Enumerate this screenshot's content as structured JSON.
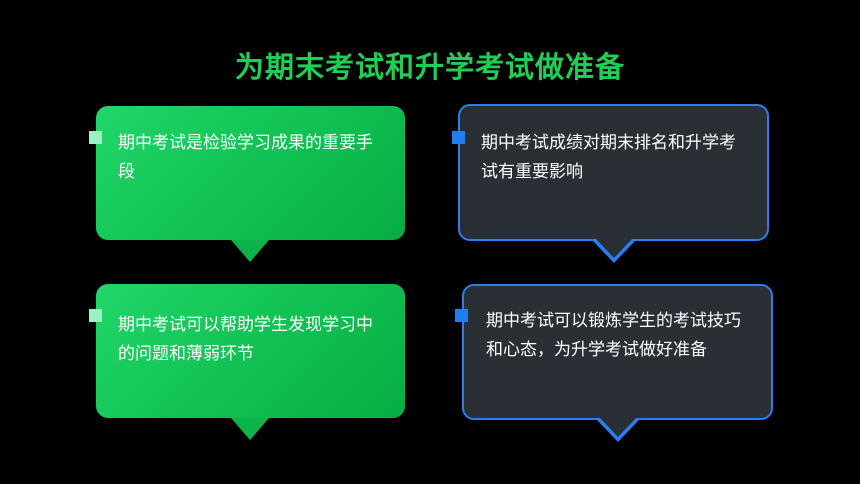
{
  "title": "为期末考试和升学考试做准备",
  "cards": [
    {
      "text": "期中考试是检验学习成果的重要手段"
    },
    {
      "text": "期中考试成绩对期末排名和升学考试有重要影响"
    },
    {
      "text": "期中考试可以帮助学生发现学习中的问题和薄弱环节"
    },
    {
      "text": "期中考试可以锻炼学生的考试技巧和心态，为升学考试做好准备"
    }
  ],
  "colors": {
    "background": "#000000",
    "title": "#1fce55",
    "green_card": "#13c455",
    "dark_card": "#2a2e35",
    "blue_border": "#2a7ef2",
    "light_bullet": "#9af3bf",
    "blue_bullet": "#1f7ff0"
  }
}
